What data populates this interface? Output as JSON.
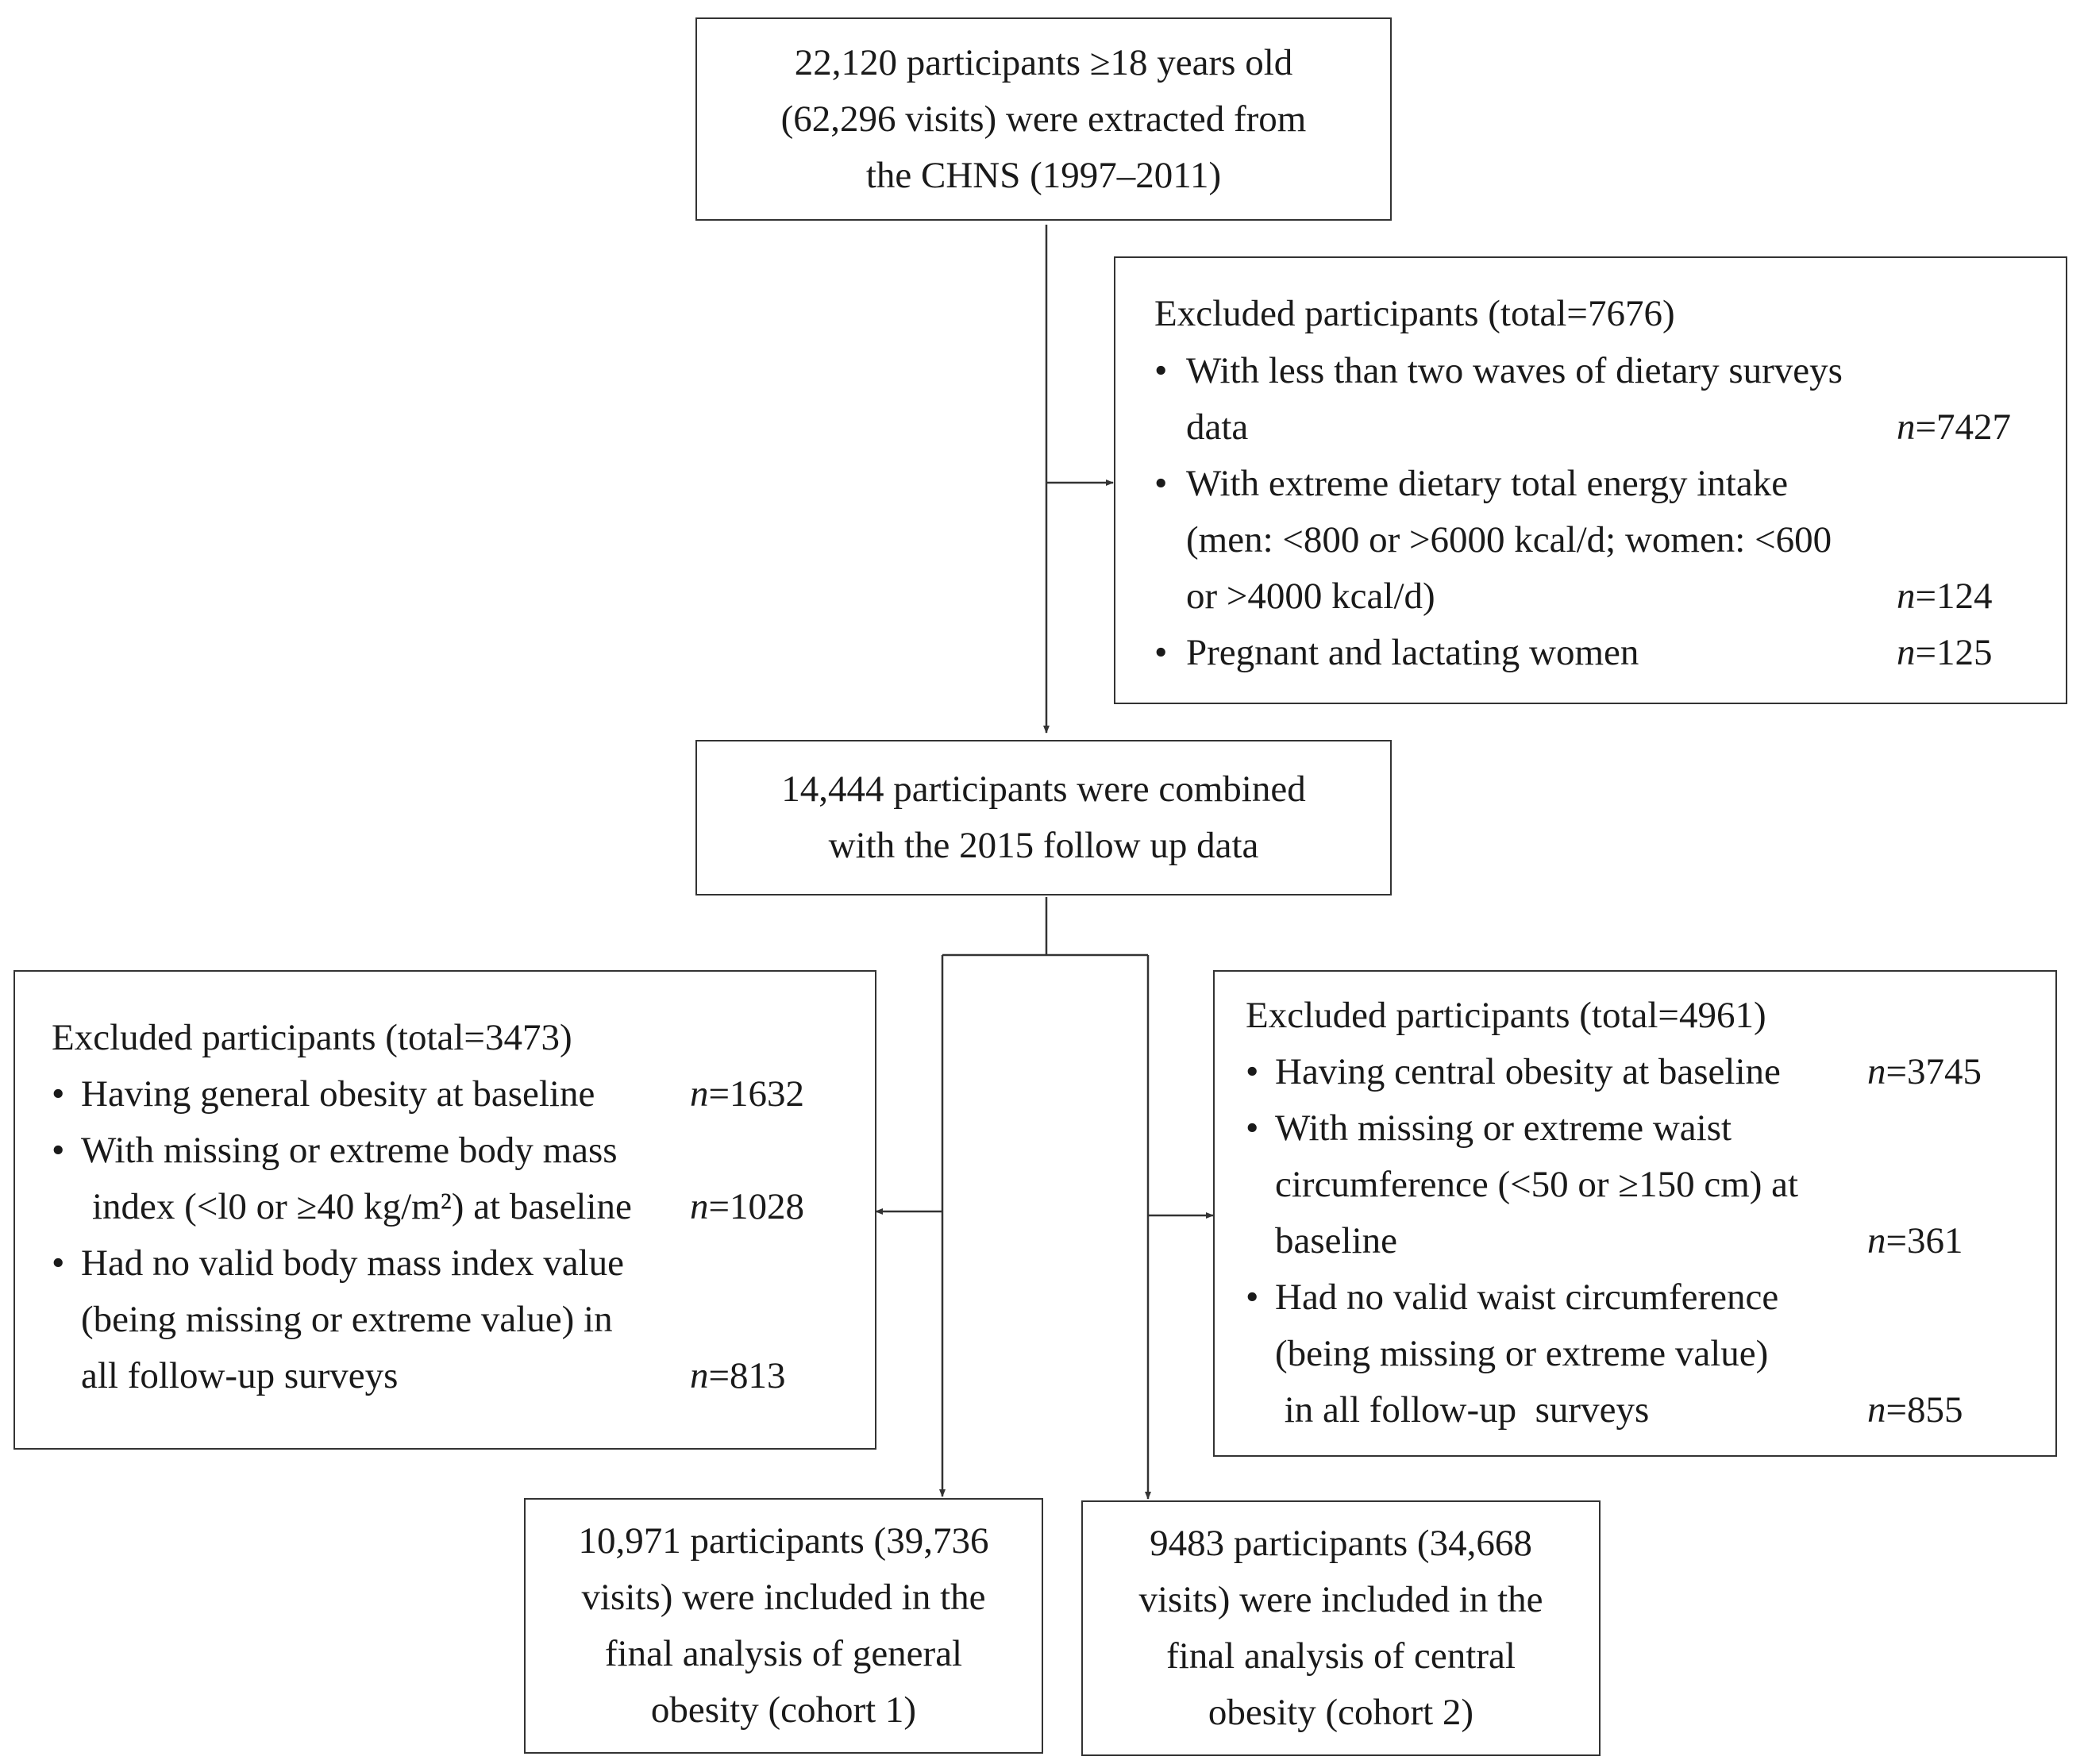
{
  "top_box": {
    "lines": [
      "22,120  participants ≥18 years old",
      "(62,296 visits) were extracted from",
      "the CHNS (1997–2011)"
    ]
  },
  "exclusion1": {
    "title": "Excluded participants (total=7676)",
    "items": [
      {
        "lines": [
          "With less than two waves of dietary surveys",
          "data"
        ],
        "n_label": "n",
        "n_value": "=7427"
      },
      {
        "lines": [
          "With extreme dietary total energy intake",
          "(men: <800  or >6000 kcal/d; women: <600",
          " or >4000 kcal/d)"
        ],
        "n_label": "n",
        "n_value": "=124"
      },
      {
        "lines": [
          "Pregnant and lactating women"
        ],
        "n_label": "n",
        "n_value": "=125"
      }
    ]
  },
  "middle_box": {
    "lines": [
      "14,444 participants  were combined",
      "with the 2015 follow up data"
    ]
  },
  "exclusion_left": {
    "title": "Excluded participants (total=3473)",
    "items": [
      {
        "lines": [
          "Having general obesity at baseline"
        ],
        "n_label": "n",
        "n_value": "=1632"
      },
      {
        "lines": [
          "With missing or extreme body mass",
          "index (<l0 or ≥40 kg/m²) at baseline"
        ],
        "n_label": "n",
        "n_value": "=1028"
      },
      {
        "lines": [
          "Had no valid body mass index value",
          "(being  missing or extreme value) in",
          "all follow-up surveys"
        ],
        "n_label": "n",
        "n_value": "=813"
      }
    ]
  },
  "exclusion_right": {
    "title": "Excluded participants (total=4961)",
    "items": [
      {
        "lines": [
          "Having central obesity at baseline"
        ],
        "n_label": "n",
        "n_value": "=3745"
      },
      {
        "lines": [
          "With missing or extreme waist",
          "circumference (<50 or ≥150 cm) at",
          "baseline"
        ],
        "n_label": "n",
        "n_value": "=361"
      },
      {
        "lines": [
          "Had no valid waist circumference",
          "(being missing or extreme value)",
          " in all follow-up  surveys"
        ],
        "n_label": "n",
        "n_value": "=855"
      }
    ]
  },
  "cohort1": {
    "lines": [
      "10,971 participants (39,736",
      "visits) were included in the",
      "final analysis of general",
      "obesity (cohort 1)"
    ]
  },
  "cohort2": {
    "lines": [
      "9483 participants (34,668",
      "visits) were included in the",
      "final analysis of central",
      "obesity (cohort 2)"
    ]
  },
  "bullet_symbol": "•"
}
